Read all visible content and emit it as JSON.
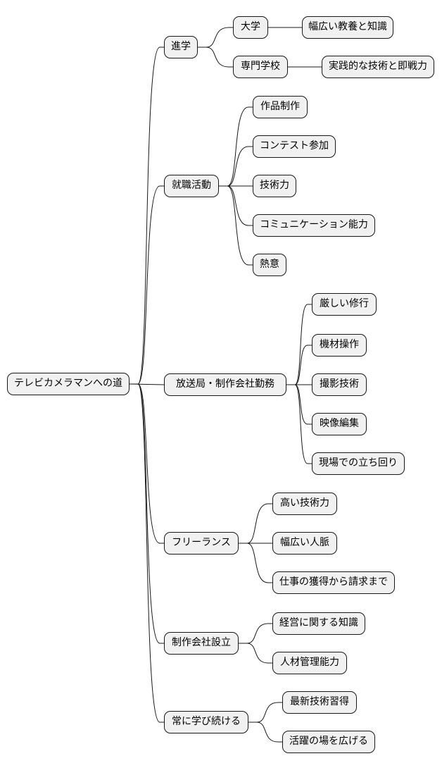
{
  "root": {
    "id": "root",
    "label": "テレビカメラマンへの道"
  },
  "branches": [
    {
      "id": "shingaku",
      "label": "進学",
      "children": [
        {
          "id": "daigaku",
          "label": "大学",
          "children": [
            {
              "id": "daigaku-1",
              "label": "幅広い教養と知識"
            }
          ]
        },
        {
          "id": "senmon",
          "label": "専門学校",
          "children": [
            {
              "id": "senmon-1",
              "label": "実践的な技術と即戦力"
            }
          ]
        }
      ]
    },
    {
      "id": "shushoku",
      "label": "就職活動",
      "children": [
        {
          "id": "shushoku-1",
          "label": "作品制作"
        },
        {
          "id": "shushoku-2",
          "label": "コンテスト参加"
        },
        {
          "id": "shushoku-3",
          "label": "技術力"
        },
        {
          "id": "shushoku-4",
          "label": "コミュニケーション能力"
        },
        {
          "id": "shushoku-5",
          "label": "熱意"
        }
      ]
    },
    {
      "id": "hoso",
      "label": "放送局・制作会社勤務",
      "children": [
        {
          "id": "hoso-1",
          "label": "厳しい修行"
        },
        {
          "id": "hoso-2",
          "label": "機材操作"
        },
        {
          "id": "hoso-3",
          "label": "撮影技術"
        },
        {
          "id": "hoso-4",
          "label": "映像編集"
        },
        {
          "id": "hoso-5",
          "label": "現場での立ち回り"
        }
      ]
    },
    {
      "id": "free",
      "label": "フリーランス",
      "children": [
        {
          "id": "free-1",
          "label": "高い技術力"
        },
        {
          "id": "free-2",
          "label": "幅広い人脈"
        },
        {
          "id": "free-3",
          "label": "仕事の獲得から請求まで"
        }
      ]
    },
    {
      "id": "seisaku",
      "label": "制作会社設立",
      "children": [
        {
          "id": "seisaku-1",
          "label": "経営に関する知識"
        },
        {
          "id": "seisaku-2",
          "label": "人材管理能力"
        }
      ]
    },
    {
      "id": "manabi",
      "label": "常に学び続ける",
      "children": [
        {
          "id": "manabi-1",
          "label": "最新技術習得"
        },
        {
          "id": "manabi-2",
          "label": "活躍の場を広げる"
        }
      ]
    }
  ]
}
